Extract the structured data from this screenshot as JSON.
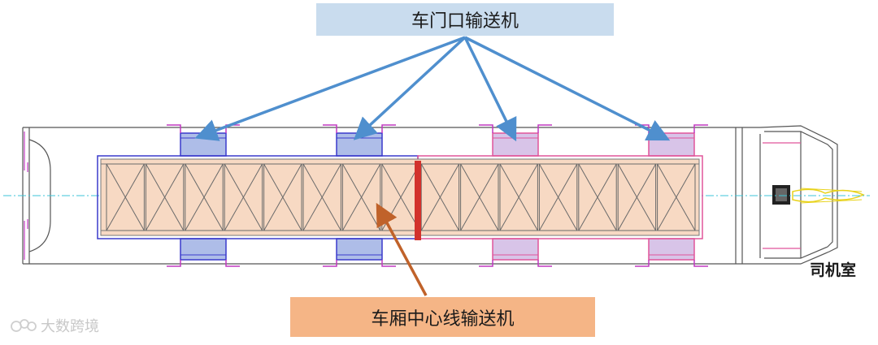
{
  "labels": {
    "door_conveyor": "车门口输送机",
    "center_conveyor": "车厢中心线输送机",
    "driver_cab": "司机室"
  },
  "watermark": {
    "text": "大数跨境"
  },
  "colors": {
    "pointer_blue": "#4f8fce",
    "pointer_orange": "#c0622a",
    "conveyor_fill": "#f7d9c3",
    "outline_blue": "#3a3acc",
    "outline_pink": "#e0559a",
    "divider_red": "#d2322c",
    "door_fill": "#aebde8",
    "centerline": "#3cc6d8"
  }
}
